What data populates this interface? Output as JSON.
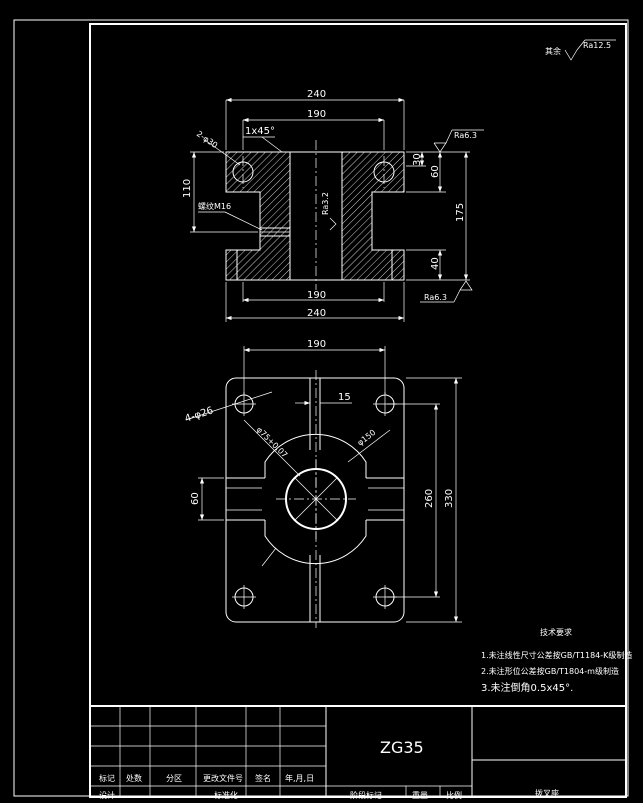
{
  "drawing": {
    "surface_note": "其余",
    "surface_roughness": "Ra12.5",
    "front_view": {
      "dim_top_outer": "240",
      "dim_top_inner": "190",
      "chamfer": "1x45°",
      "holes_note": "2-φ30",
      "thread_note": "螺纹M16",
      "bore_roughness": "Ra3.2",
      "dim_height_left": "110",
      "dim_right_30": "30",
      "dim_right_60": "60",
      "dim_right_175": "175",
      "dim_right_40": "40",
      "roughness_top": "Ra6.3",
      "roughness_bottom": "Ra6.3",
      "dim_bottom_inner": "190",
      "dim_bottom_outer": "240"
    },
    "top_view": {
      "dim_top": "190",
      "dim_slot": "15",
      "holes_note": "4-φ26",
      "bore_dim": "φ75+0.07",
      "outer_dim": "φ150",
      "dim_left": "60",
      "dim_right_inner": "260",
      "dim_right_outer": "330"
    },
    "tech_requirements": {
      "title": "技术要求",
      "items": [
        "1.未注线性尺寸公差按GB/T1184-K级制造",
        "2.未注形位公差按GB/T1804-m级制造",
        "3.未注倒角0.5x45°."
      ]
    },
    "title_block": {
      "material": "ZG35",
      "part_name": "拨叉座",
      "row_labels": [
        "标记",
        "处数",
        "分区",
        "更改文件号",
        "签名",
        "年,月,日"
      ],
      "bottom_labels": [
        "设计",
        "标准化",
        "阶段标记",
        "重量",
        "比例"
      ]
    }
  }
}
